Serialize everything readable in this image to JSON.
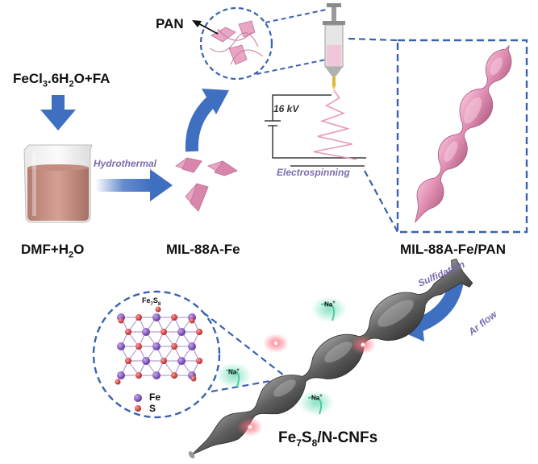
{
  "colors": {
    "arrow_blue": "#3f6fc1",
    "dash_blue": "#3a62b0",
    "pink": "#e9a6c4",
    "pink_dark": "#d07aa2",
    "spring": "#e89ab8",
    "liquid": "#c98f82",
    "fiber_gray": "#6d6d6d",
    "label_purple": "#7b6cb0",
    "atom_fe": "#7b4fb8",
    "atom_s": "#d23a3a"
  },
  "labels": {
    "precursor": {
      "pre": "FeCl",
      "s1": "3",
      "mid": ".6H",
      "s2": "2",
      "post": "O+FA"
    },
    "solvent": {
      "pre": "DMF+H",
      "s1": "2",
      "post": "O"
    },
    "pan": "PAN",
    "hydrothermal": "Hydrothermal",
    "voltage": "16 kV",
    "electrospinning": "Electrospinning",
    "mof": "MIL-88A-Fe",
    "composite": "MIL-88A-Fe/PAN",
    "sulfidation": "Sulfidation",
    "ar_flow": "Ar flow",
    "crystal_title": {
      "pre": "Fe",
      "s1": "7",
      "mid": "S",
      "s2": "8"
    },
    "legend_fe": "Fe",
    "legend_s": "S",
    "product": {
      "pre": "Fe",
      "s1": "7",
      "mid": "S",
      "s2": "8",
      "post": "/N-CNFs"
    },
    "sodium": {
      "base": "Na",
      "sup": "+"
    }
  },
  "icons": [
    "beaker-icon",
    "syringe-icon",
    "crystal-lattice-icon",
    "arrow-down-icon",
    "arrow-right-icon",
    "arrow-curved-icon"
  ]
}
